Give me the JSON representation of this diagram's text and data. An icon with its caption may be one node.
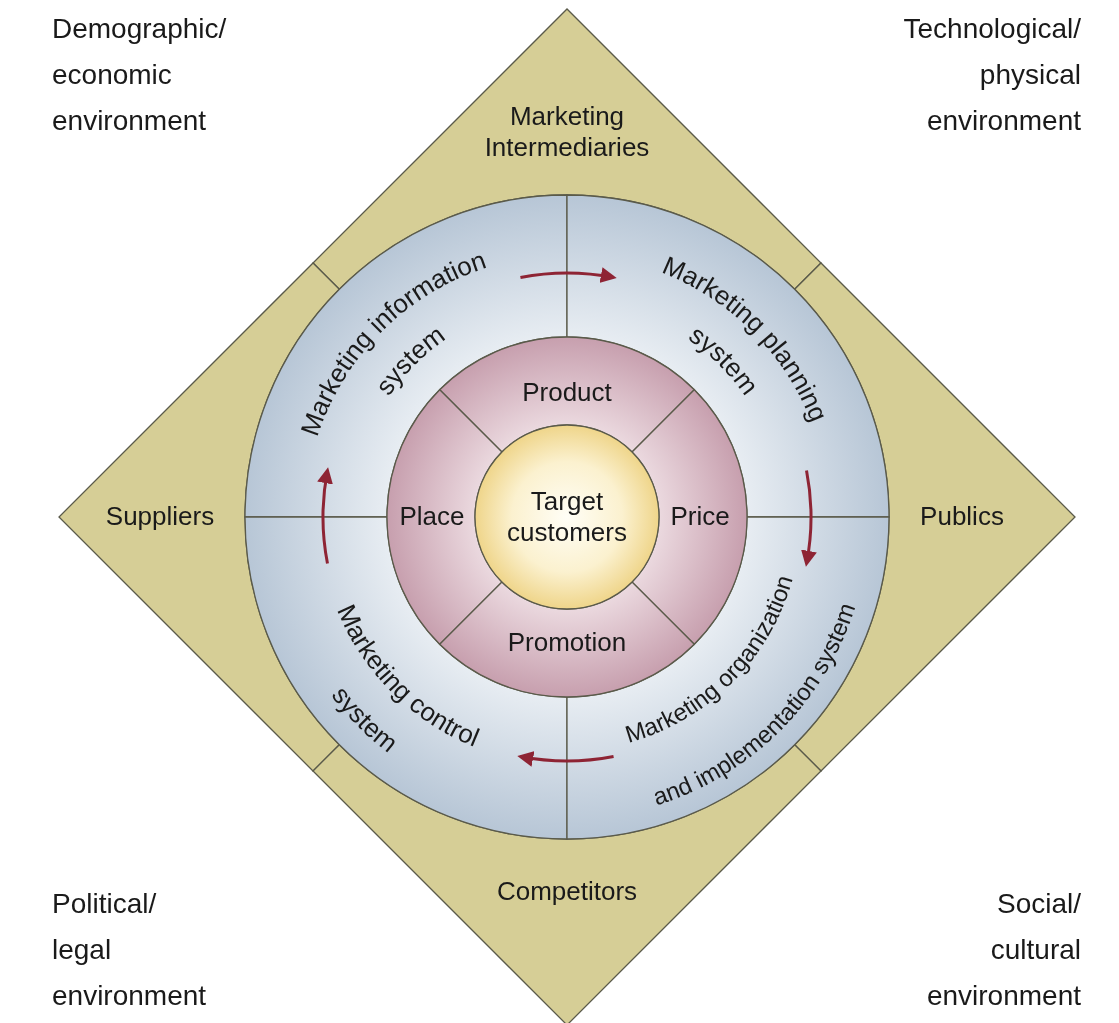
{
  "diagram": {
    "nodes": [
      {
        "text": [
          "Marketing Intermediaries"
        ]
      },
      {
        "text": [
          "Suppliers"
        ]
      },
      {
        "text": [
          "Publics"
        ]
      },
      {
        "text": [
          "Competitors"
        ]
      },
      {
        "text": [
          "Marketing information system"
        ]
      },
      {
        "text": [
          "Marketing planning system"
        ]
      },
      {
        "text": [
          "Marketing control system"
        ]
      },
      {
        "text": [
          "Marketing organization and implementation system"
        ]
      },
      {
        "text": [
          "Product"
        ]
      },
      {
        "text": [
          "Place"
        ]
      },
      {
        "text": [
          "Price"
        ]
      },
      {
        "text": [
          "Promotion"
        ]
      },
      {
        "text": [
          "Target customers"
        ]
      }
    ],
    "edges": [
      {
        "from": 4,
        "to": 5,
        "arrow": "to"
      },
      {
        "from": 5,
        "to": 7,
        "arrow": "to"
      },
      {
        "from": 7,
        "to": 6,
        "arrow": "to"
      },
      {
        "from": 6,
        "to": 4,
        "arrow": "to"
      }
    ],
    "labels": [
      "Demographic/ economic environment",
      "Technological/ physical environment",
      "Political/ legal environment",
      "Social/ cultural environment"
    ]
  }
}
